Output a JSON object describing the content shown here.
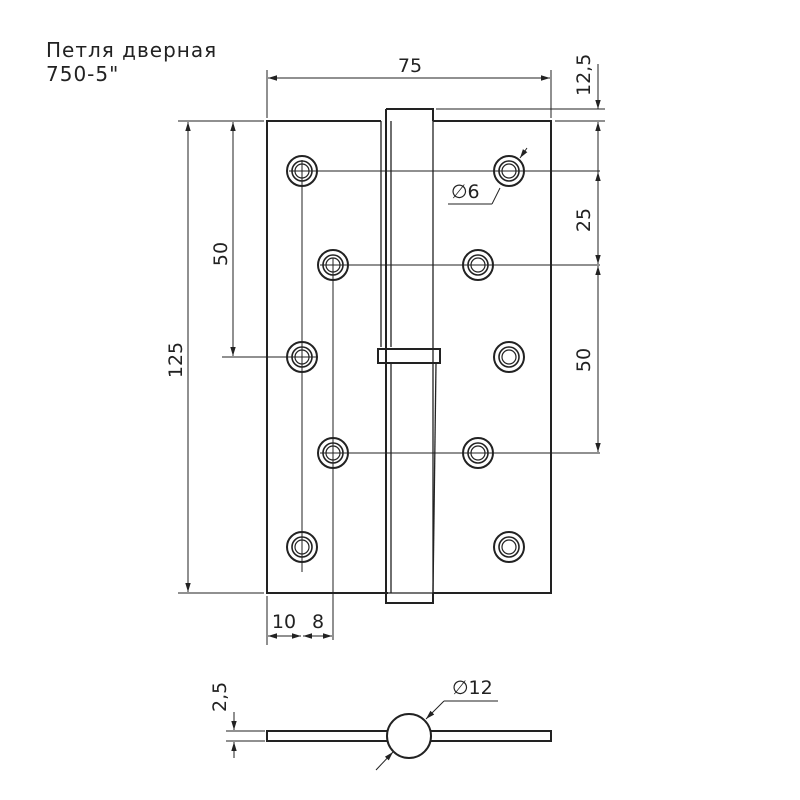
{
  "title": {
    "line1": "Петля  дверная",
    "line2": "750-5\""
  },
  "dimensions": {
    "overall_width": "75",
    "top_offset": "12,5",
    "hole_diameter": "∅6",
    "hole_spacing_right": "25",
    "hole_spacing_left": "50",
    "overall_height": "125",
    "hole_spacing_lower_right": "50",
    "edge_offset": "10",
    "hole_offset": "8",
    "thickness": "2,5",
    "knuckle_diameter": "∅12"
  },
  "colors": {
    "line": "#222222",
    "background": "#ffffff"
  }
}
